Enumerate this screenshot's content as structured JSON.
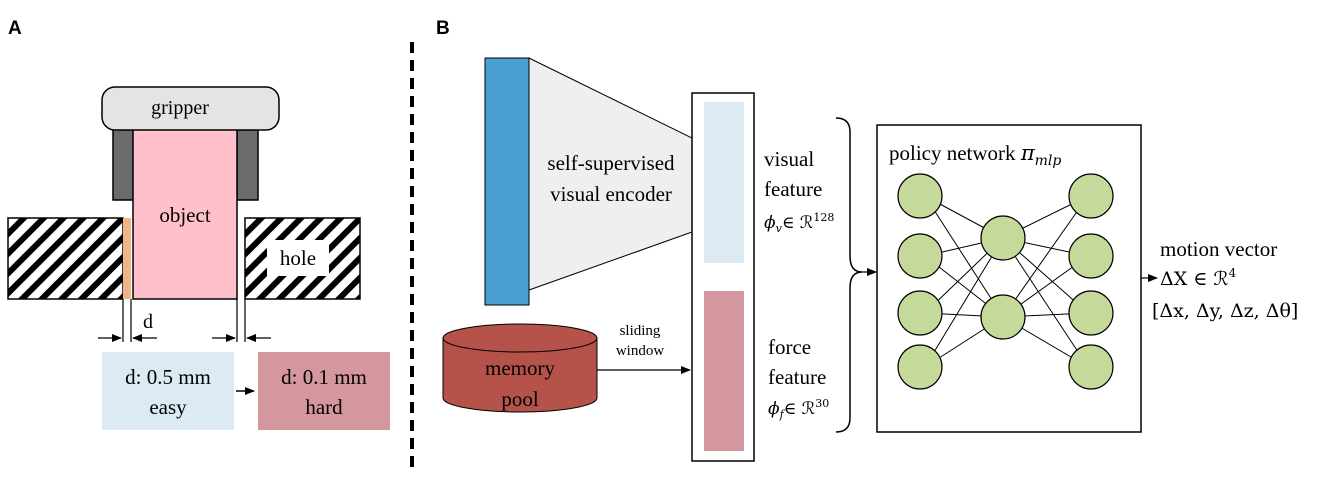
{
  "panel_a": {
    "label": "A",
    "gripper": "gripper",
    "object": "object",
    "hole": "hole",
    "gap": "d",
    "easy": {
      "line1": "d: 0.5 mm",
      "line2": "easy"
    },
    "hard": {
      "line1": "d: 0.1 mm",
      "line2": "hard"
    }
  },
  "panel_b": {
    "label": "B",
    "encoder": {
      "line1": "self-supervised",
      "line2": "visual encoder"
    },
    "visual_feature": {
      "line1": "visual",
      "line2": "feature",
      "math_sym": "ϕ",
      "math_sub": "v",
      "math_rest": "∈ ℛ",
      "math_sup": "128"
    },
    "force_feature": {
      "line1": "force",
      "line2": "feature",
      "math_sym": "ϕ",
      "math_sub": "f",
      "math_rest": "∈ ℛ",
      "math_sup": "30"
    },
    "memory": {
      "line1": "memory",
      "line2": "pool"
    },
    "sliding": {
      "line1": "sliding",
      "line2": "window"
    },
    "policy": {
      "text": "policy network ",
      "sym": "π",
      "sub": "mlp"
    },
    "motion": {
      "line1": "motion vector",
      "line2_main": "ΔX ∈ ℛ",
      "line2_sup": "4",
      "line3": "[Δx, Δy, Δz, Δθ]"
    }
  },
  "colors": {
    "object_pink": "#ffc0cb",
    "easy_box": "#dbeaf3",
    "hard_box": "#d4979e",
    "encoder_blue": "#4a9fd4",
    "memory_red": "#b5524a",
    "node_green": "#c5d99a"
  }
}
